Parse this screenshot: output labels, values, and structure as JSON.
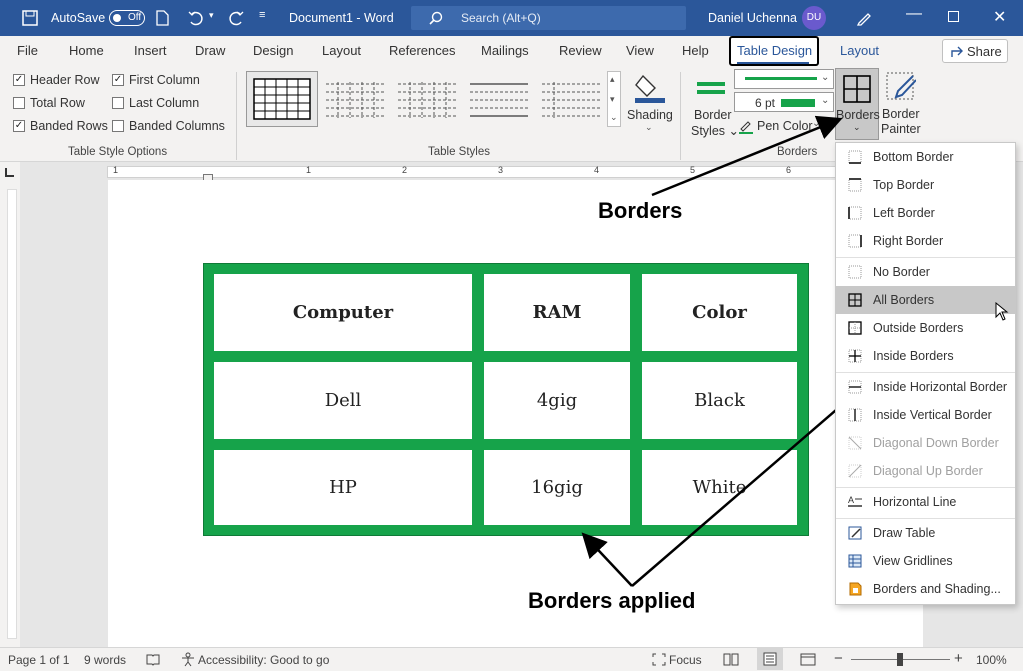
{
  "titlebar": {
    "autosave_label": "AutoSave",
    "autosave_state": "Off",
    "doc_title": "Document1 - Word",
    "search_placeholder": "Search (Alt+Q)",
    "user_name": "Daniel Uchenna",
    "user_initials": "DU"
  },
  "tabs": [
    "File",
    "Home",
    "Insert",
    "Draw",
    "Design",
    "Layout",
    "References",
    "Mailings",
    "Review",
    "View",
    "Help",
    "Table Design",
    "Layout"
  ],
  "share_label": "Share",
  "table_style_options": {
    "items": [
      {
        "label": "Header Row",
        "checked": true
      },
      {
        "label": "First Column",
        "checked": true
      },
      {
        "label": "Total Row",
        "checked": false
      },
      {
        "label": "Last Column",
        "checked": false
      },
      {
        "label": "Banded Rows",
        "checked": true
      },
      {
        "label": "Banded Columns",
        "checked": false
      }
    ],
    "group_label": "Table Style Options"
  },
  "table_styles": {
    "group_label": "Table Styles",
    "shading_label": "Shading"
  },
  "borders_group": {
    "border_styles_label": "Border Styles",
    "pen_weight": "6 pt",
    "pen_color_label": "Pen Color",
    "borders_label": "Borders",
    "border_painter_label": "Border Painter",
    "group_label": "Borders",
    "pen_color": "#16a34a"
  },
  "ruler_marks": [
    "1",
    "1",
    "2",
    "3",
    "4",
    "5",
    "6"
  ],
  "table": {
    "border_color": "#16a34a",
    "rows": [
      [
        "Computer",
        "RAM",
        "Color"
      ],
      [
        "Dell",
        "4gig",
        "Black"
      ],
      [
        "HP",
        "16gig",
        "White"
      ]
    ]
  },
  "annotations": {
    "borders": "Borders",
    "borders_applied": "Borders applied"
  },
  "borders_menu": {
    "items": [
      "Bottom Border",
      "Top Border",
      "Left Border",
      "Right Border",
      "No Border",
      "All Borders",
      "Outside Borders",
      "Inside Borders",
      "Inside Horizontal Border",
      "Inside Vertical Border",
      "Diagonal Down Border",
      "Diagonal Up Border",
      "Horizontal Line",
      "Draw Table",
      "View Gridlines",
      "Borders and Shading..."
    ],
    "highlighted": "All Borders"
  },
  "status": {
    "page": "Page 1 of 1",
    "words": "9 words",
    "accessibility": "Accessibility: Good to go",
    "focus": "Focus",
    "zoom": "100%"
  }
}
